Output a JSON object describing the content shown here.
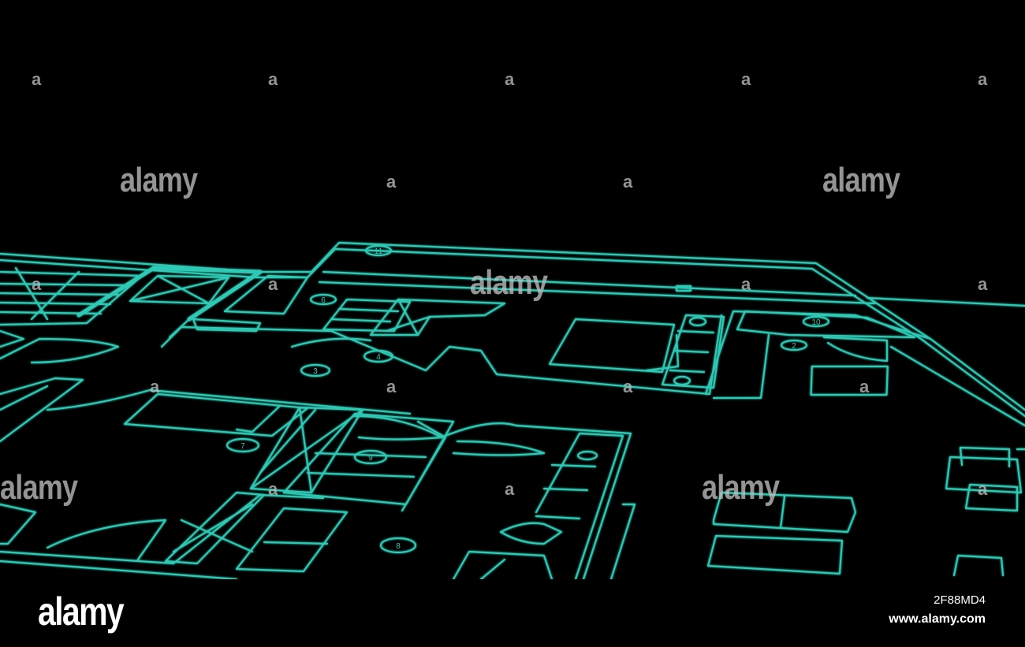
{
  "image": {
    "subject": "floor-plan-blueprint",
    "line_color": "#2fc9b4",
    "background_color": "#000000"
  },
  "watermark": {
    "brand": "alamy",
    "mark": "a"
  },
  "plan_labels": [
    "11",
    "6",
    "4",
    "3",
    "10",
    "2",
    "7",
    "9",
    "8"
  ],
  "footer": {
    "logo": "alamy",
    "image_id": "2F88MD4",
    "url": "www.alamy.com"
  }
}
